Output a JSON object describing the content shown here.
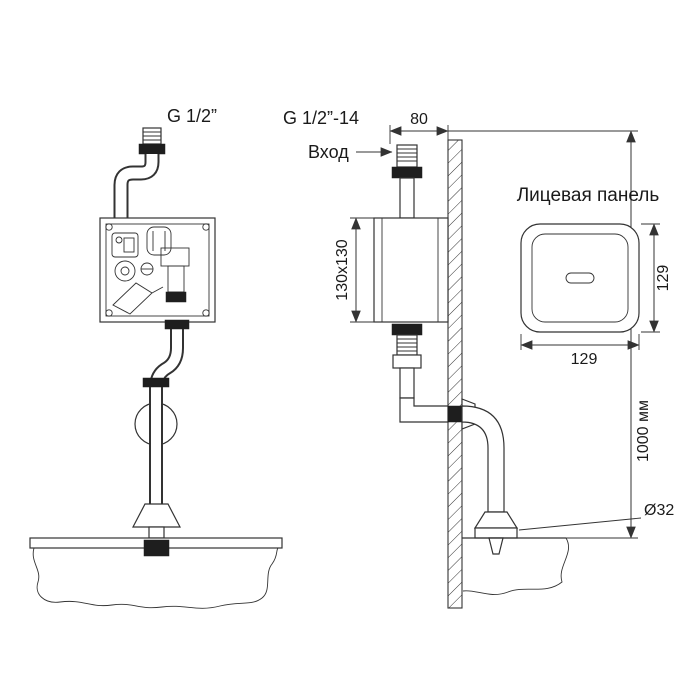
{
  "colors": {
    "background": "#ffffff",
    "line": "#333333",
    "dark_fill": "#1e1e1e",
    "text": "#1a1a1a"
  },
  "front_view": {
    "thread_label": "G 1/2”"
  },
  "side_view": {
    "thread_label": "G 1/2”-14",
    "inlet_label": "Вход",
    "top_width_dim": "80",
    "box_dim": "130x130",
    "height_dim": "1000 мм",
    "outlet_dim": "Ø32"
  },
  "panel_view": {
    "title": "Лицевая панель",
    "height_dim": "129",
    "width_dim": "129"
  }
}
